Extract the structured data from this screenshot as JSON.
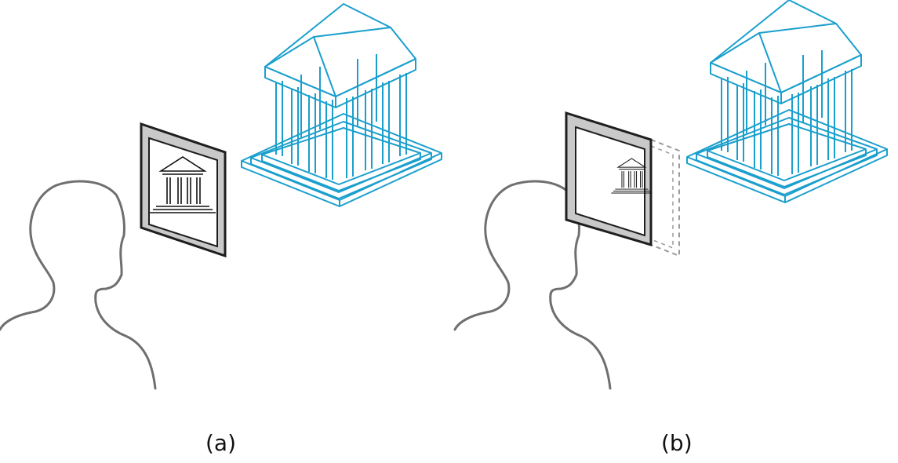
{
  "figure": {
    "panels": [
      {
        "id": "a",
        "caption": "(a)",
        "frame": "solid"
      },
      {
        "id": "b",
        "caption": "(b)",
        "frame": "shifted-with-dashed-ghost"
      }
    ],
    "colors": {
      "building": "#1a9fcd",
      "head": "#6f6f6f",
      "frame_fill": "#c9c9c9",
      "frame_stroke": "#1e1e1e",
      "ghost": "#9a9a9a",
      "icon": "#111111"
    }
  }
}
